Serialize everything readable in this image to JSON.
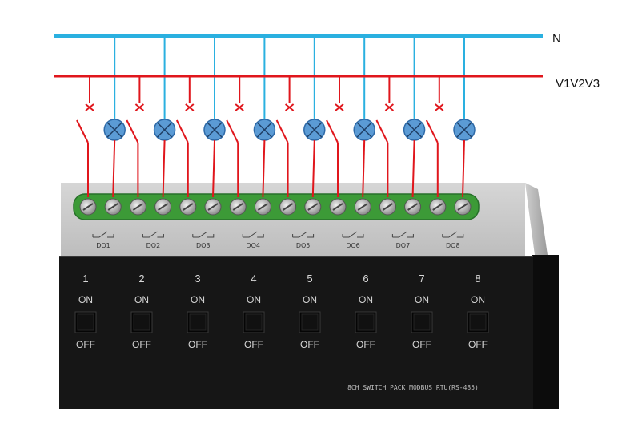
{
  "wiring": {
    "neutral_label": "N",
    "phase_label": "V1V2V3",
    "neutral_color": "#2ab0e0",
    "phase_color": "#e0161c"
  },
  "module": {
    "title": "8CH SWITCH PACK MODBUS RTU(RS-485)",
    "channels": [
      {
        "number": "1",
        "do_label": "DO1",
        "on_label": "ON",
        "off_label": "OFF"
      },
      {
        "number": "2",
        "do_label": "DO2",
        "on_label": "ON",
        "off_label": "OFF"
      },
      {
        "number": "3",
        "do_label": "DO3",
        "on_label": "ON",
        "off_label": "OFF"
      },
      {
        "number": "4",
        "do_label": "DO4",
        "on_label": "ON",
        "off_label": "OFF"
      },
      {
        "number": "5",
        "do_label": "DO5",
        "on_label": "ON",
        "off_label": "OFF"
      },
      {
        "number": "6",
        "do_label": "DO6",
        "on_label": "ON",
        "off_label": "OFF"
      },
      {
        "number": "7",
        "do_label": "DO7",
        "on_label": "ON",
        "off_label": "OFF"
      },
      {
        "number": "8",
        "do_label": "DO8",
        "on_label": "ON",
        "off_label": "OFF"
      }
    ]
  }
}
